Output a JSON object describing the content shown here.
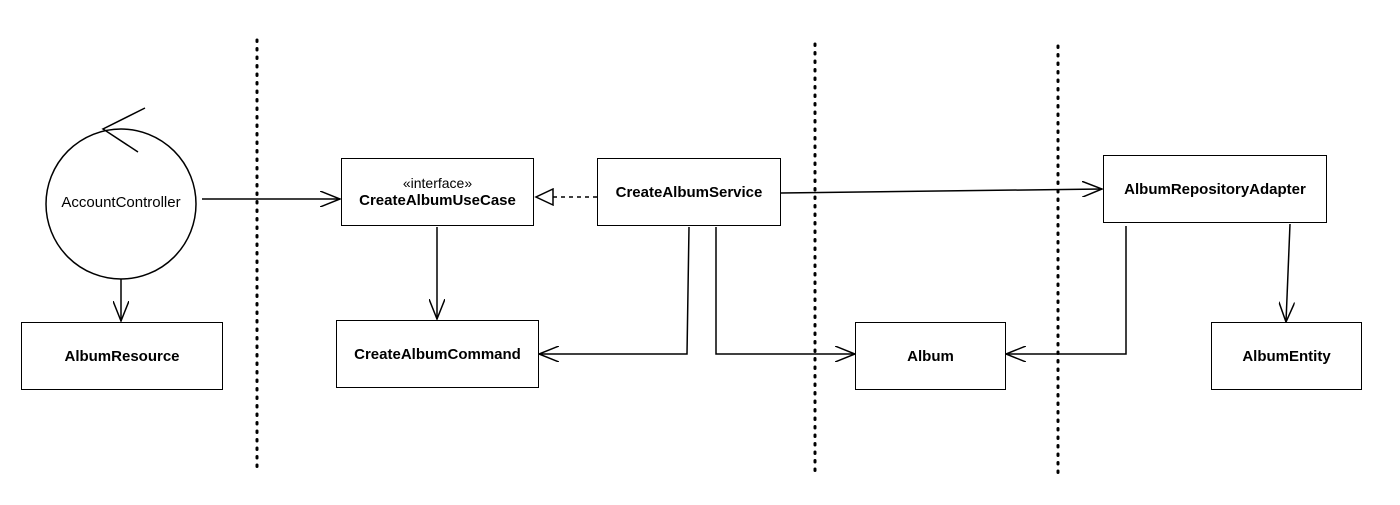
{
  "diagram": {
    "controller": {
      "label": "AccountController"
    },
    "boxes": {
      "album_resource": "AlbumResource",
      "use_case_stereotype": "«interface»",
      "use_case_name": "CreateAlbumUseCase",
      "create_album_command": "CreateAlbumCommand",
      "create_album_service": "CreateAlbumService",
      "album": "Album",
      "album_repository_adapter": "AlbumRepositoryAdapter",
      "album_entity": "AlbumEntity"
    }
  }
}
